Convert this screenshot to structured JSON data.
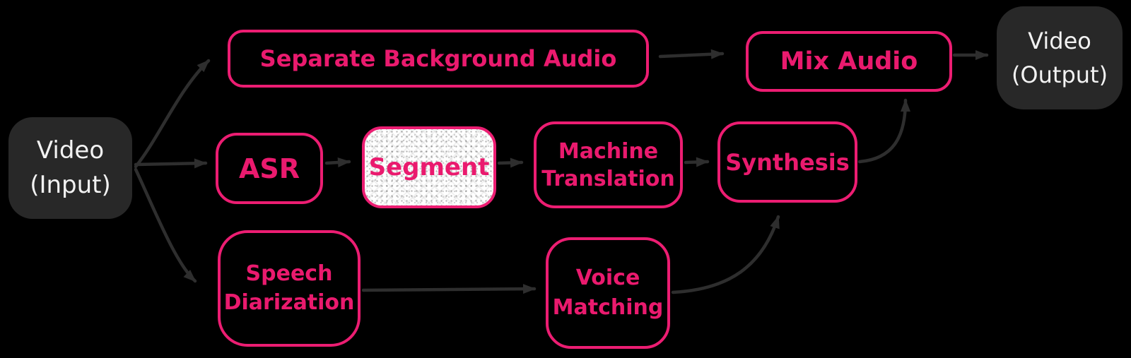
{
  "colors": {
    "background": "#000000",
    "accent_pink_text": "#ea1a6e",
    "accent_pink_border": "#ec1d72",
    "dark_node_fill": "#282828",
    "light_text": "#f2f2f2",
    "arrow": "#2e2e2e",
    "highlight_node_fill": "#ffffff"
  },
  "diagram": {
    "description": "Video dubbing pipeline flowchart",
    "nodes": {
      "video_input": {
        "label": "Video (Input)",
        "lines": [
          "Video",
          "(Input)"
        ],
        "style": "dark"
      },
      "separate_background_audio": {
        "label": "Separate Background Audio",
        "lines": [
          "Separate Background Audio"
        ],
        "style": "outlined"
      },
      "asr": {
        "label": "ASR",
        "lines": [
          "ASR"
        ],
        "style": "outlined"
      },
      "segment": {
        "label": "Segment",
        "lines": [
          "Segment"
        ],
        "style": "highlighted"
      },
      "machine_translation": {
        "label": "Machine Translation",
        "lines": [
          "Machine",
          "Translation"
        ],
        "style": "outlined"
      },
      "synthesis": {
        "label": "Synthesis",
        "lines": [
          "Synthesis"
        ],
        "style": "outlined"
      },
      "speech_diarization": {
        "label": "Speech Diarization",
        "lines": [
          "Speech",
          "Diarization"
        ],
        "style": "outlined"
      },
      "voice_matching": {
        "label": "Voice Matching",
        "lines": [
          "Voice",
          "Matching"
        ],
        "style": "outlined"
      },
      "mix_audio": {
        "label": "Mix Audio",
        "lines": [
          "Mix Audio"
        ],
        "style": "outlined"
      },
      "video_output": {
        "label": "Video (Output)",
        "lines": [
          "Video",
          "(Output)"
        ],
        "style": "dark"
      }
    },
    "edges": [
      {
        "from": "video_input",
        "to": "separate_background_audio"
      },
      {
        "from": "video_input",
        "to": "asr"
      },
      {
        "from": "video_input",
        "to": "speech_diarization"
      },
      {
        "from": "separate_background_audio",
        "to": "mix_audio"
      },
      {
        "from": "asr",
        "to": "segment"
      },
      {
        "from": "segment",
        "to": "machine_translation"
      },
      {
        "from": "machine_translation",
        "to": "synthesis"
      },
      {
        "from": "speech_diarization",
        "to": "voice_matching"
      },
      {
        "from": "voice_matching",
        "to": "synthesis"
      },
      {
        "from": "synthesis",
        "to": "mix_audio"
      },
      {
        "from": "mix_audio",
        "to": "video_output"
      }
    ]
  }
}
